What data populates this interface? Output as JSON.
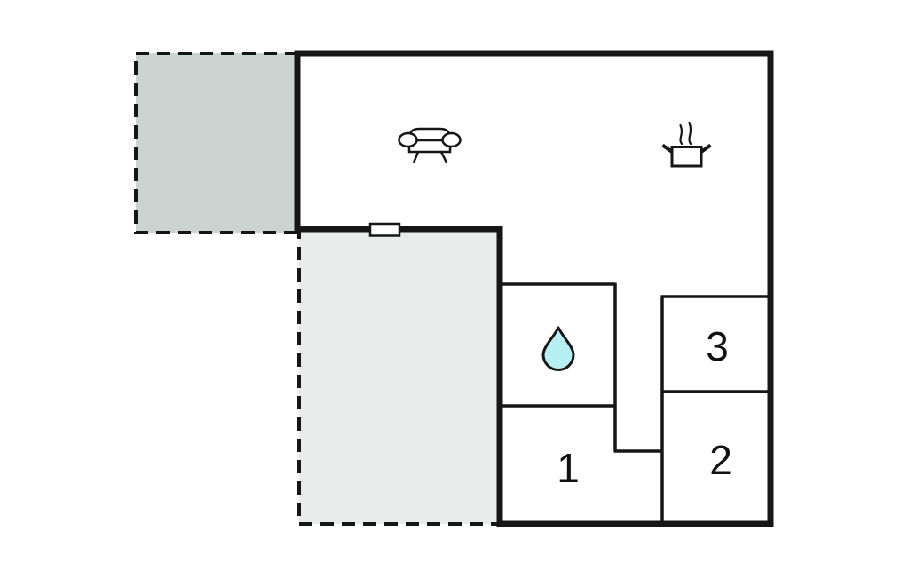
{
  "plan": {
    "rooms": [
      {
        "label": "1"
      },
      {
        "label": "2"
      },
      {
        "label": "3"
      }
    ],
    "icons": [
      {
        "name": "sofa-icon"
      },
      {
        "name": "stove-icon"
      },
      {
        "name": "water-drop-icon"
      }
    ],
    "colors": {
      "wall": "#161616",
      "terrace_top_fill": "#ccd4d2",
      "terrace_bottom_fill": "#e8eceb",
      "water_drop_fill": "#b7f0f2",
      "background": "#ffffff"
    }
  }
}
